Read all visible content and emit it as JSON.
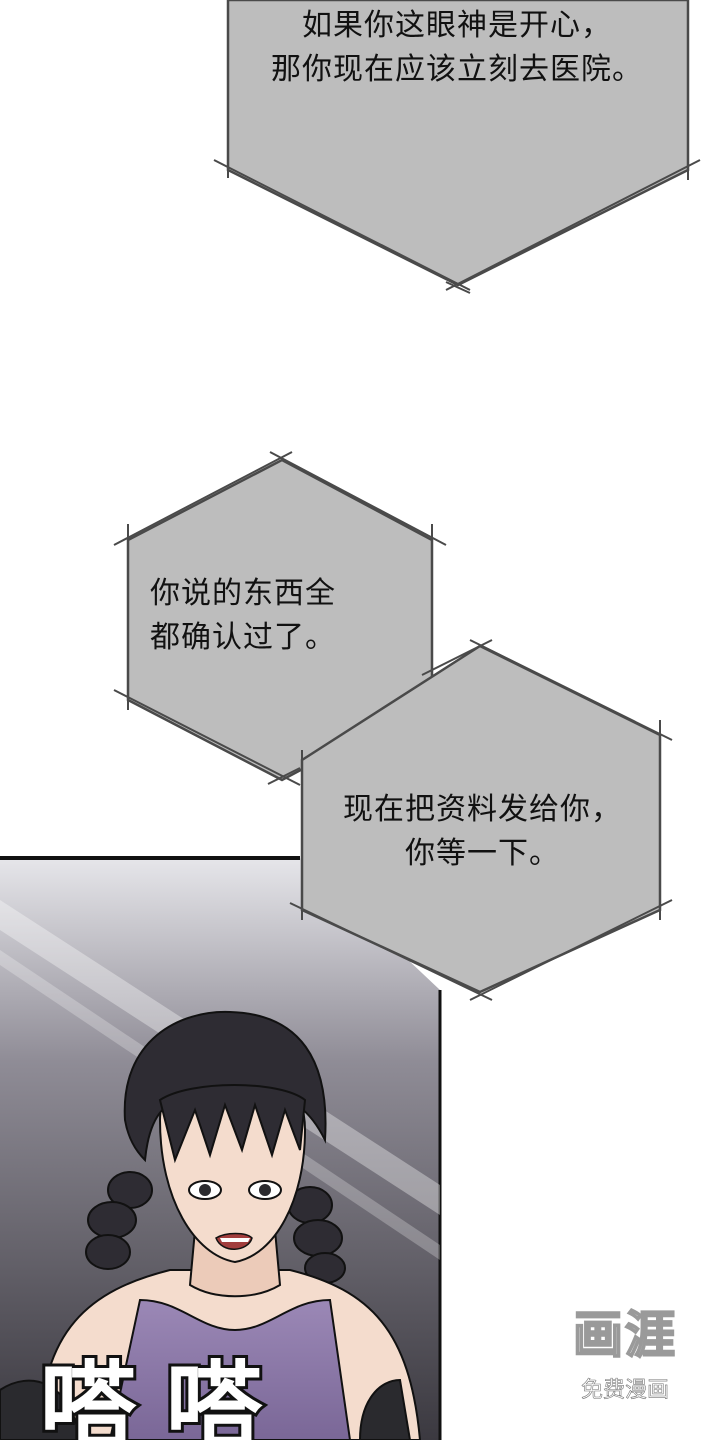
{
  "panels": {
    "top_panel": {
      "bubble_text": "如果你这眼神是开心，\n那你现在应该立刻去医院。"
    },
    "middle_panel": {
      "bubble_left_text": "你说的东西全\n都确认过了。",
      "bubble_right_text": "现在把资料发给你，\n你等一下。"
    },
    "bottom_panel": {
      "sound_effect": "嗒嗒"
    }
  },
  "watermark": {
    "logo": "画涯",
    "subtitle": "免费漫画"
  },
  "colors": {
    "bubble_fill": "#bdbdbd",
    "bubble_stroke": "#4a4a4a",
    "panel_background_top": "#d9d9de",
    "panel_background_bottom": "#3b3940",
    "hair": "#2e2c33",
    "skin": "#f4dccd",
    "dress": "#8c79a8"
  },
  "icons": {
    "watermark": "comic-app-logo"
  }
}
